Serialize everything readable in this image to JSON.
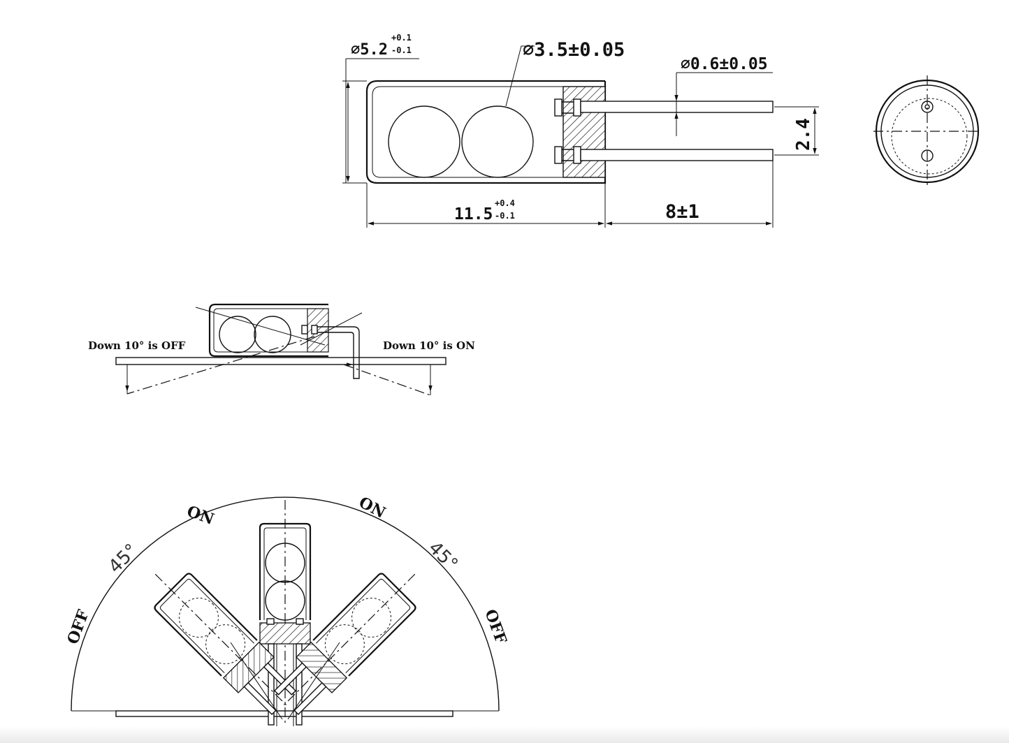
{
  "top_view": {
    "dim_outer_diameter": "⌀5.2",
    "dim_outer_diameter_tol_upper": "+0.1",
    "dim_outer_diameter_tol_lower": "-0.1",
    "dim_ball_diameter": "⌀3.5±0.05",
    "dim_lead_diameter": "⌀0.6±0.05",
    "dim_lead_pitch": "2.4",
    "dim_body_length": "11.5",
    "dim_body_length_tol_upper": "+0.4",
    "dim_body_length_tol_lower": "-0.1",
    "dim_lead_length": "8±1"
  },
  "tilt_view": {
    "left_label": "Down 10° is OFF",
    "right_label": "Down 10° is ON"
  },
  "angle_view": {
    "left_on": "ON",
    "right_on": "ON",
    "left_off": "OFF",
    "right_off": "OFF",
    "left_angle": "45°",
    "right_angle": "45°"
  }
}
